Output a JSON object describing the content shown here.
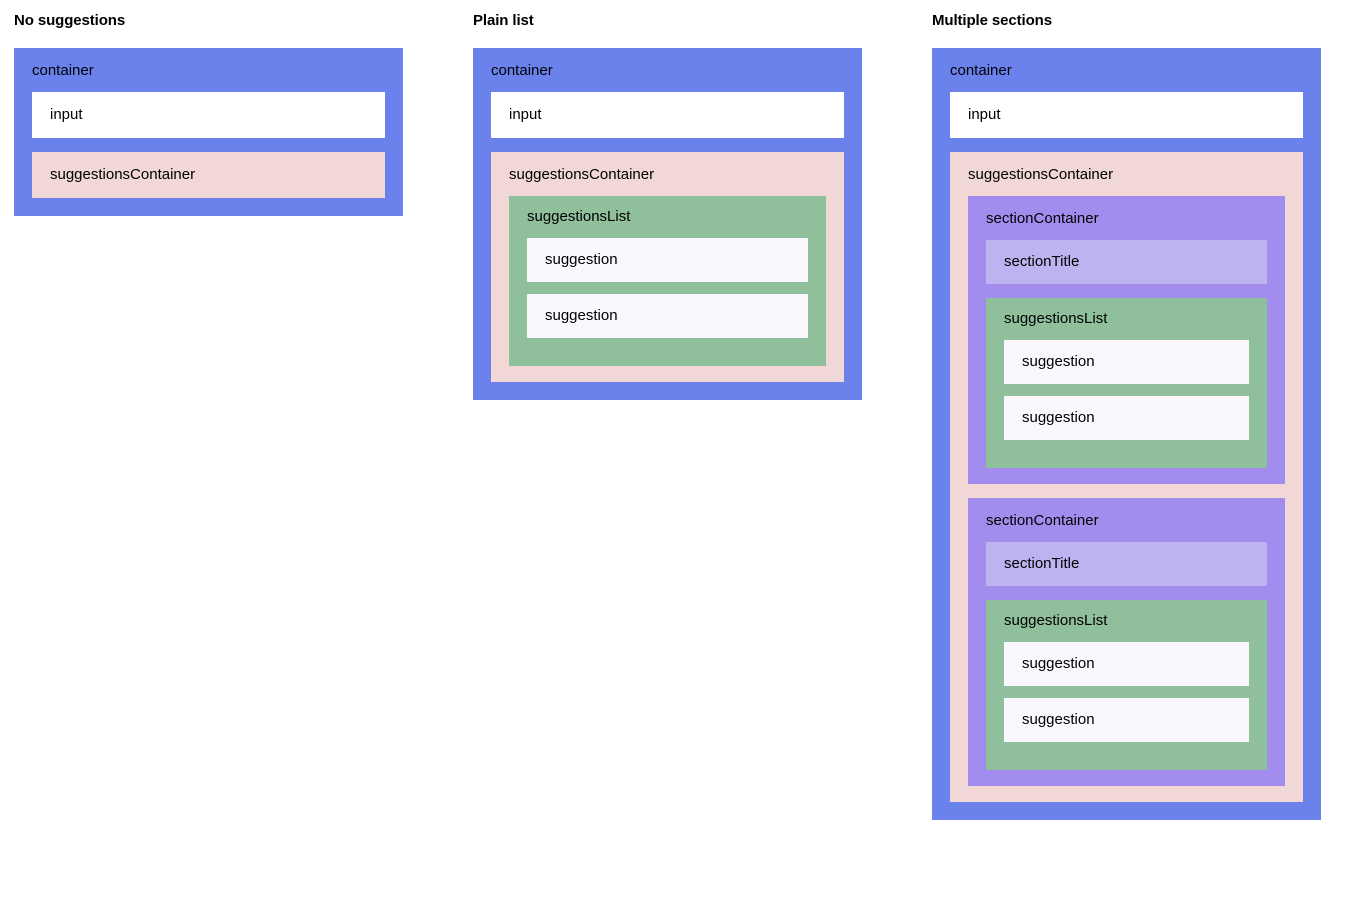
{
  "palette": {
    "container": "#6b81ec",
    "input": "#ffffff",
    "suggestions_container": "#f2d7d7",
    "section_container": "#a28dee",
    "section_title": "#bdb3f0",
    "suggestions_list": "#8fc09b",
    "suggestion": "#faf8fd",
    "text": "#000000",
    "page_background": "#ffffff"
  },
  "labels": {
    "container": "container",
    "input": "input",
    "suggestions_container": "suggestionsContainer",
    "suggestions_list": "suggestionsList",
    "suggestion": "suggestion",
    "section_container": "sectionContainer",
    "section_title": "sectionTitle"
  },
  "columns": [
    {
      "title": "No suggestions",
      "container_label": "container",
      "input_label": "input",
      "suggestions_container_label": "suggestionsContainer"
    },
    {
      "title": "Plain list",
      "container_label": "container",
      "input_label": "input",
      "suggestions_container_label": "suggestionsContainer",
      "suggestions_list_label": "suggestionsList",
      "suggestions": [
        "suggestion",
        "suggestion"
      ]
    },
    {
      "title": "Multiple sections",
      "container_label": "container",
      "input_label": "input",
      "suggestions_container_label": "suggestionsContainer",
      "sections": [
        {
          "section_container_label": "sectionContainer",
          "section_title_label": "sectionTitle",
          "suggestions_list_label": "suggestionsList",
          "suggestions": [
            "suggestion",
            "suggestion"
          ]
        },
        {
          "section_container_label": "sectionContainer",
          "section_title_label": "sectionTitle",
          "suggestions_list_label": "suggestionsList",
          "suggestions": [
            "suggestion",
            "suggestion"
          ]
        }
      ]
    }
  ]
}
